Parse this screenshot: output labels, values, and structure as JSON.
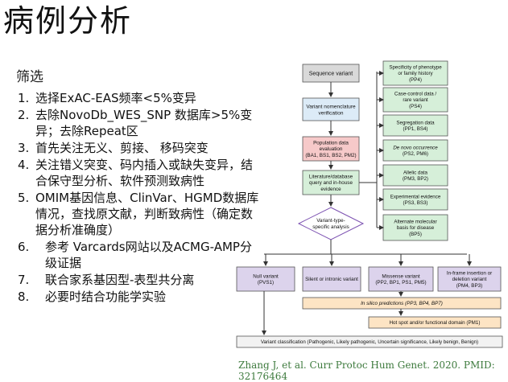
{
  "title": "病例分析",
  "subtitle": "筛选",
  "steps": [
    {
      "num": "1.",
      "text": "选择ExAC-EAS频率<5%变异"
    },
    {
      "num": "2.",
      "text": "去除NovoDb_WES_SNP 数据库>5%变异；去除Repeat区"
    },
    {
      "num": "3.",
      "text": "首先关注无义、剪接、 移码突变"
    },
    {
      "num": "4.",
      "text": "关注错义突变、码内插入或缺失变异，结合保守型分析、软件预测致病性"
    },
    {
      "num": "5.",
      "text": "OMIM基因信息、ClinVar、HGMD数据库情况，查找原文献，判断致病性（确定数据分析准确度）"
    },
    {
      "num": "6.",
      "text": "参考 Varcards网站以及ACMG-AMP分级证据"
    },
    {
      "num": "7.",
      "text": "联合家系基因型-表型共分离"
    },
    {
      "num": "8.",
      "text": "必要时结合功能学实验"
    }
  ],
  "flowchart": {
    "left_boxes": [
      {
        "label": [
          "Sequence variant"
        ]
      },
      {
        "label": [
          "Variant nomenclature",
          "verification"
        ]
      },
      {
        "label": [
          "Population data",
          "evaluation",
          "(BA1, BS1, BS2, PM2)"
        ]
      },
      {
        "label": [
          "Literature/database",
          "query and in-house",
          "evidence"
        ]
      }
    ],
    "diamond": [
      "Variant-type-",
      "specific analysis"
    ],
    "right_boxes": [
      {
        "label": [
          "Specificity of phenotype",
          "or family history",
          "(PP4)"
        ]
      },
      {
        "label": [
          "Case-control data /",
          "rare variant",
          "(PS4)"
        ]
      },
      {
        "label": [
          "Segregation data",
          "(PP1, BS4)"
        ]
      },
      {
        "label": [
          "De novo occurrence",
          "(PS2, PM6)"
        ]
      },
      {
        "label": [
          "Allelic data",
          "(PM3, BP2)"
        ]
      },
      {
        "label": [
          "Experimental evidence",
          "(PS3, BS3)"
        ]
      },
      {
        "label": [
          "Alternate molecular",
          "basis for disease",
          "(BP5)"
        ]
      }
    ],
    "variant_types": [
      {
        "label": [
          "Null variant",
          "(PVS1)"
        ]
      },
      {
        "label": [
          "Silent or intronic variant"
        ]
      },
      {
        "label": [
          "Missense variant",
          "(PP2, BP1, PS1, PM5)"
        ]
      },
      {
        "label": [
          "In-frame insertion or",
          "deletion variant",
          "(PM4, BP3)"
        ]
      }
    ],
    "in_silico": "In silico predictions (PP3, BP4, BP7)",
    "hotspot": "Hot spot and/or functional domain (PM1)",
    "classification": "Variant classification (Pathogenic, Likely pathogenic, Uncertain significance, Likely benign, Benign)",
    "colors": {
      "gray": "#d9d9d9",
      "blue": "#dcebf7",
      "red": "#f6c9c9",
      "green": "#d6efd9",
      "purple": "#dcd3ec",
      "orange": "#fde4c4"
    }
  },
  "citation": "Zhang J, et al. Curr Protoc Hum Genet. 2020. PMID: 32176464"
}
